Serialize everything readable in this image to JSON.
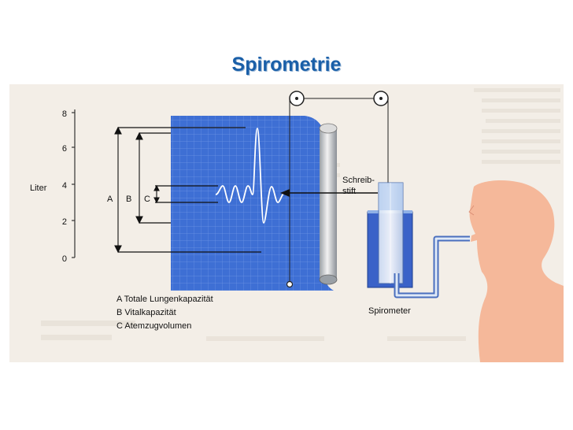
{
  "title": "Spirometrie",
  "diagram": {
    "axis_label": "Liter",
    "ticks": [
      "0",
      "2",
      "4",
      "6",
      "8"
    ],
    "brackets": [
      "A",
      "B",
      "C"
    ],
    "pen_label": [
      "Schreib-",
      "stift"
    ],
    "device_label": "Spirometer",
    "legend": [
      "A Totale Lungenkapazität",
      "B Vitalkapazität",
      "C Atemzugvolumen"
    ],
    "colors": {
      "paper": "#3e6fd4",
      "grid": "#6e95e6",
      "water": "#3a62c8",
      "skin": "#f5b89a",
      "background": "#f3eee7"
    }
  }
}
